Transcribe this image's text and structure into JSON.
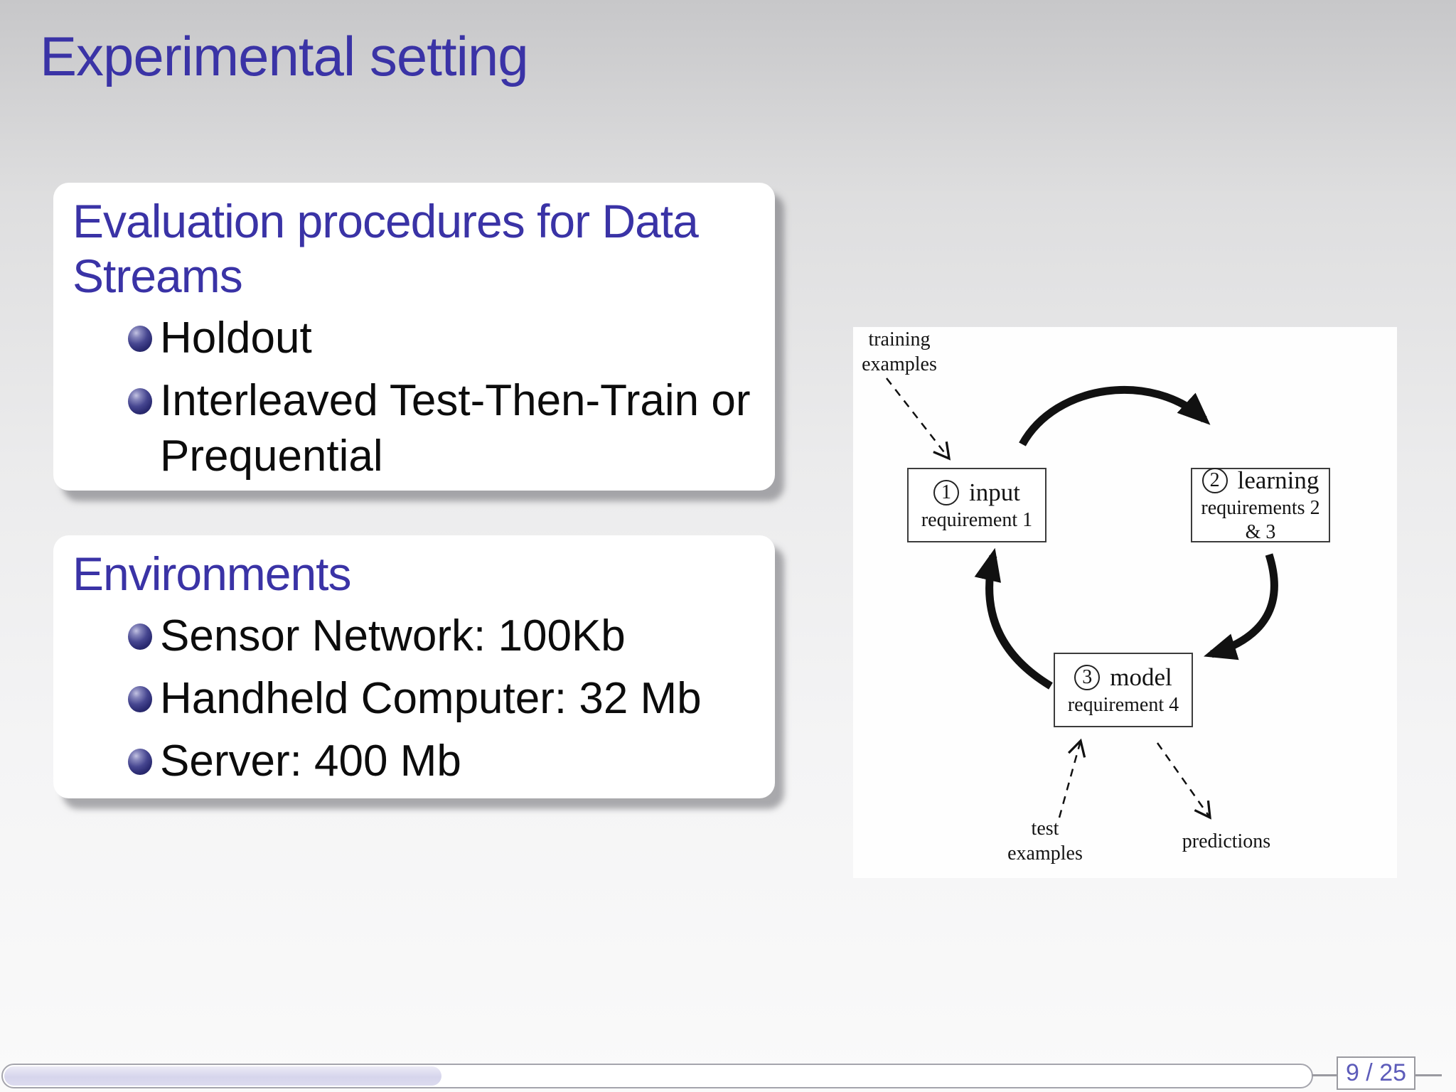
{
  "slide": {
    "title": "Experimental setting",
    "colors": {
      "accent_blue": "#3a33a6",
      "bullet_sphere": "#2b2b72",
      "block_background": "#ffffff",
      "slide_background_top": "#c7c7c9",
      "slide_background_bottom": "#fafafa",
      "page_number_blue": "#5d5cba",
      "progress_fill": "#d6d5ec"
    }
  },
  "blocks": [
    {
      "heading_lines": [
        "Evaluation procedures for Data",
        "Streams"
      ],
      "items": [
        {
          "lines": [
            "Holdout"
          ]
        },
        {
          "lines": [
            "Interleaved Test-Then-Train or",
            "Prequential"
          ]
        }
      ]
    },
    {
      "heading_lines": [
        "Environments"
      ],
      "items": [
        {
          "lines": [
            "Sensor Network: 100Kb"
          ]
        },
        {
          "lines": [
            "Handheld Computer: 32 Mb"
          ]
        },
        {
          "lines": [
            "Server: 400 Mb"
          ]
        }
      ]
    }
  ],
  "diagram": {
    "training_label_lines": [
      "training",
      "examples"
    ],
    "test_label_lines": [
      "test",
      "examples"
    ],
    "predictions_label": "predictions",
    "nodes": {
      "input": {
        "number": "1",
        "name": "input",
        "requirement": "requirement 1"
      },
      "learning": {
        "number": "2",
        "name": "learning",
        "requirement": "requirements 2 & 3"
      },
      "model": {
        "number": "3",
        "name": "model",
        "requirement": "requirement 4"
      }
    }
  },
  "footer": {
    "page_label": "9 / 25",
    "current_page": 9,
    "total_pages": 25,
    "progress_fraction": 0.334
  }
}
